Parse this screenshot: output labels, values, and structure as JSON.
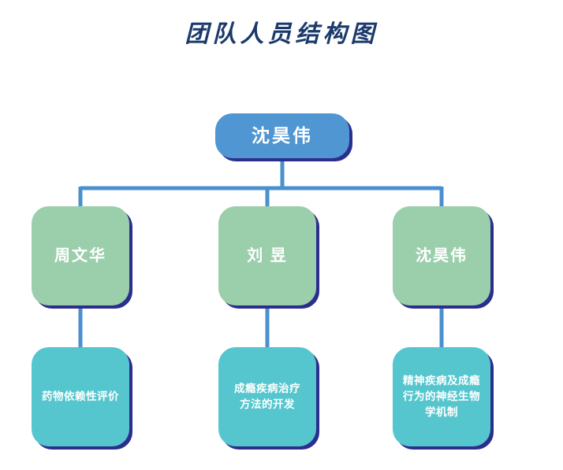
{
  "page": {
    "title": "团队人员结构图",
    "background_color": "#ffffff",
    "title_color": "#1b3a6b"
  },
  "palette": {
    "root_node": "#4f96d2",
    "mid_node": "#9bcfac",
    "leaf_node": "#55c6ce",
    "shadow": "#2b2e8c",
    "connector": "#4a90ce",
    "node_text": "#ffffff"
  },
  "chart_data": {
    "type": "diagram",
    "diagram_type": "org-chart",
    "title": "团队人员结构图",
    "orientation": "top-down",
    "levels": 3,
    "nodes": [
      {
        "id": "root",
        "label": "沈昊伟",
        "level": 0,
        "color": "#4f96d2",
        "shape": "rounded-pill"
      },
      {
        "id": "m1",
        "label": "周文华",
        "level": 1,
        "color": "#9bcfac",
        "shape": "rounded-rect"
      },
      {
        "id": "m2",
        "label": "刘  昱",
        "level": 1,
        "color": "#9bcfac",
        "shape": "rounded-rect"
      },
      {
        "id": "m3",
        "label": "沈昊伟",
        "level": 1,
        "color": "#9bcfac",
        "shape": "rounded-rect"
      },
      {
        "id": "l1",
        "label": "药物依赖性评价",
        "level": 2,
        "color": "#55c6ce",
        "shape": "rounded-rect"
      },
      {
        "id": "l2",
        "label": "成瘾疾病治疗\n方法的开发",
        "level": 2,
        "color": "#55c6ce",
        "shape": "rounded-rect"
      },
      {
        "id": "l3",
        "label": "精神疾病及成瘾\n行为的神经生物\n学机制",
        "level": 2,
        "color": "#55c6ce",
        "shape": "rounded-rect"
      }
    ],
    "edges": [
      {
        "from": "root",
        "to": "m1"
      },
      {
        "from": "root",
        "to": "m2"
      },
      {
        "from": "root",
        "to": "m3"
      },
      {
        "from": "m1",
        "to": "l1"
      },
      {
        "from": "m2",
        "to": "l2"
      },
      {
        "from": "m3",
        "to": "l3"
      }
    ]
  },
  "nodes": {
    "root": {
      "label": "沈昊伟"
    },
    "mid": [
      {
        "label": "周文华"
      },
      {
        "label": "刘  昱"
      },
      {
        "label": "沈昊伟"
      }
    ],
    "leaf": [
      {
        "label": "药物依赖性评价"
      },
      {
        "label": "成瘾疾病治疗\n方法的开发"
      },
      {
        "label": "精神疾病及成瘾\n行为的神经生物\n学机制"
      }
    ]
  }
}
